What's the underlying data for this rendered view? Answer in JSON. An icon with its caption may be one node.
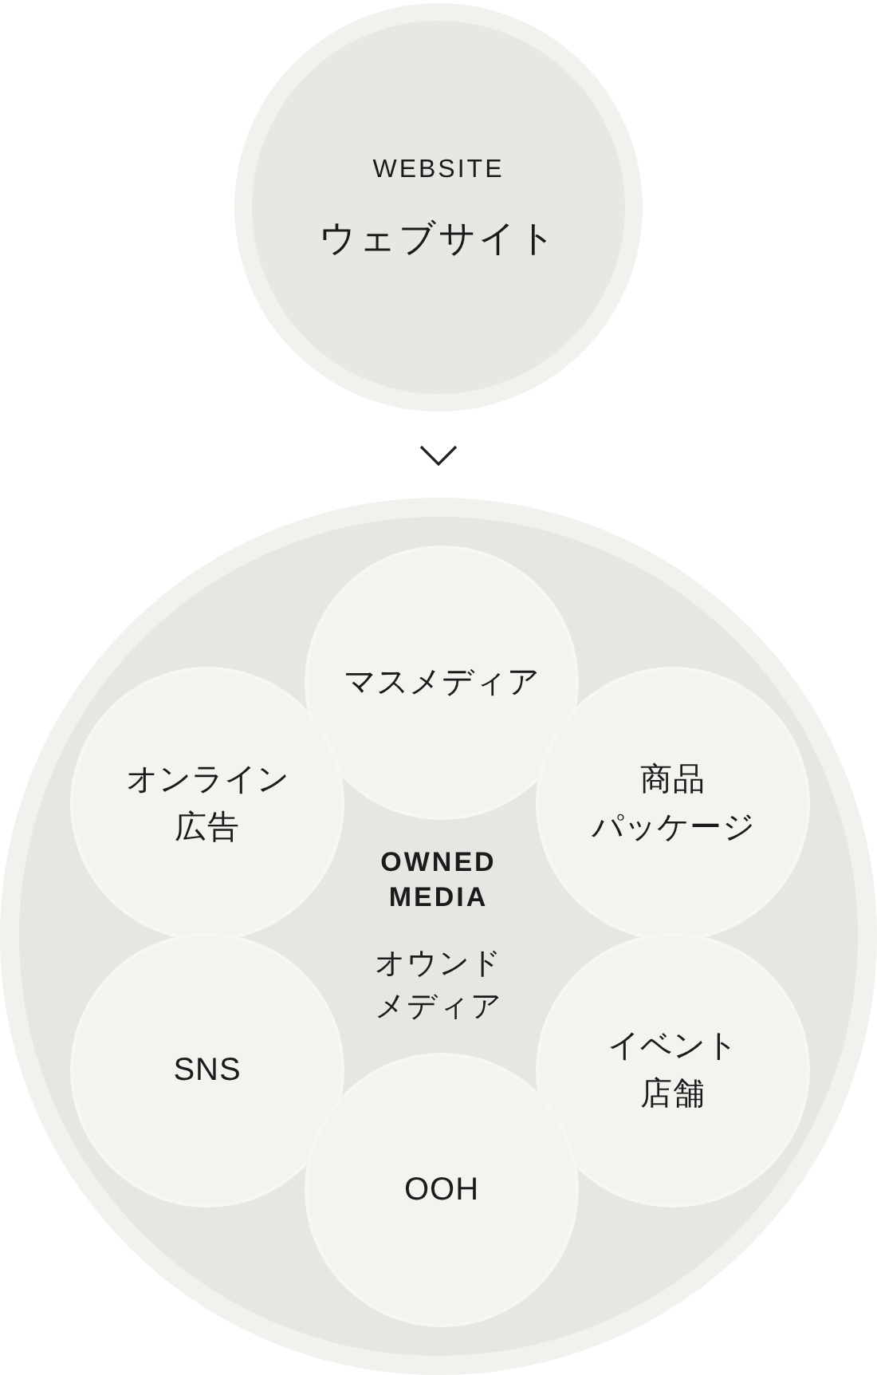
{
  "diagram": {
    "nodes": [
      {
        "text": [
          "WEBSITE",
          "ウェブサイト"
        ]
      },
      {
        "text": [
          "OWNED MEDIA",
          "オウンドメディア"
        ]
      },
      {
        "text": [
          "マスメディア"
        ],
        "in": 1
      },
      {
        "text": [
          "オンライン広告"
        ],
        "in": 1
      },
      {
        "text": [
          "商品パッケージ"
        ],
        "in": 1
      },
      {
        "text": [
          "SNS"
        ],
        "in": 1
      },
      {
        "text": [
          "イベント店舗"
        ],
        "in": 1
      },
      {
        "text": [
          "OOH"
        ],
        "in": 1
      }
    ],
    "edges": [
      {
        "from": 0,
        "to": 1,
        "arrow": "to"
      }
    ]
  }
}
